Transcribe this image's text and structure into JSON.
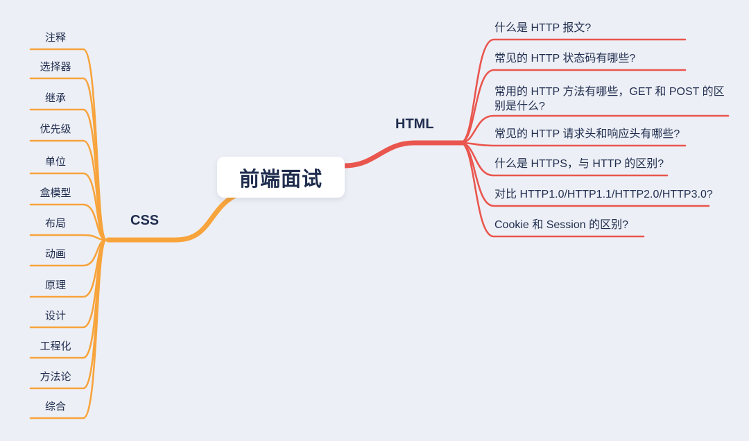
{
  "title": "前端面试",
  "branches": {
    "css": {
      "label": "CSS",
      "color": "#f7a43c",
      "items": [
        "注释",
        "选择器",
        "继承",
        "优先级",
        "单位",
        "盒模型",
        "布局",
        "动画",
        "原理",
        "设计",
        "工程化",
        "方法论",
        "综合"
      ]
    },
    "html": {
      "label": "HTML",
      "color": "#e9564e",
      "items": [
        "什么是 HTTP 报文?",
        "常见的 HTTP 状态码有哪些?",
        "常用的 HTTP 方法有哪些，GET 和 POST 的区别是什么?",
        "常见的 HTTP 请求头和响应头有哪些?",
        "什么是 HTTPS，与 HTTP 的区别?",
        "对比 HTTP1.0/HTTP1.1/HTTP2.0/HTTP3.0?",
        "Cookie 和 Session 的区别?"
      ]
    }
  },
  "background_color": "#edeff6",
  "text_color": "#1f2d4e"
}
